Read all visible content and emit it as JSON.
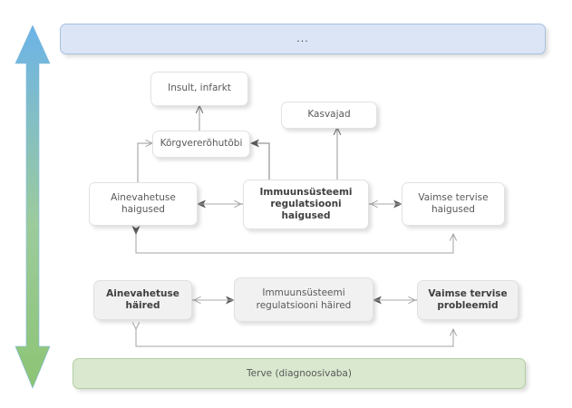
{
  "diagram": {
    "title_banner": {
      "label": "...",
      "color": "#dbe5f5",
      "border_color": "#a8c0e0"
    },
    "bottom_banner": {
      "label": "Terve (diagnoosivaba)",
      "color": "#d9e8cf",
      "border_color": "#b2cfa0"
    },
    "gradient_arrow": {
      "name": "vertical-double-headed-gradient-arrow",
      "top_color": "#6cb3e8",
      "bottom_color": "#8cc474",
      "direction": "double"
    },
    "nodes": {
      "insult_infarkt": {
        "label": "Insult, infarkt",
        "bold": false,
        "style": "white"
      },
      "kasvajad": {
        "label": "Kasvajad",
        "bold": false,
        "style": "white"
      },
      "korgvererohutobi": {
        "label": "Kõrgvererõhutõbi",
        "bold": false,
        "style": "white"
      },
      "ainevahetuse_haigused": {
        "line1": "Ainevahetuse",
        "line2": "haigused",
        "bold": false,
        "style": "white"
      },
      "immuunsusteemi_haigused": {
        "line1": "Immuunsüsteemi",
        "line2": "regulatsiooni",
        "line3": "haigused",
        "bold": true,
        "style": "white"
      },
      "vaimse_tervise_haigused": {
        "line1": "Vaimse tervise",
        "line2": "haigused",
        "bold": false,
        "style": "white"
      },
      "ainevahetuse_hairted": {
        "line1": "Ainevahetuse",
        "line2": "häired",
        "bold": true,
        "style": "grey"
      },
      "immuunsusteemi_hairted": {
        "line1": "Immuunsüsteemi",
        "line2": "regulatsiooni häired",
        "bold": false,
        "style": "grey"
      },
      "vaimse_tervise_probleemid": {
        "line1": "Vaimse tervise",
        "line2": "probleemid",
        "bold": true,
        "style": "grey"
      }
    },
    "connector_color_dark": "#5a5a5a",
    "connector_color_light": "#9a9a9a"
  }
}
